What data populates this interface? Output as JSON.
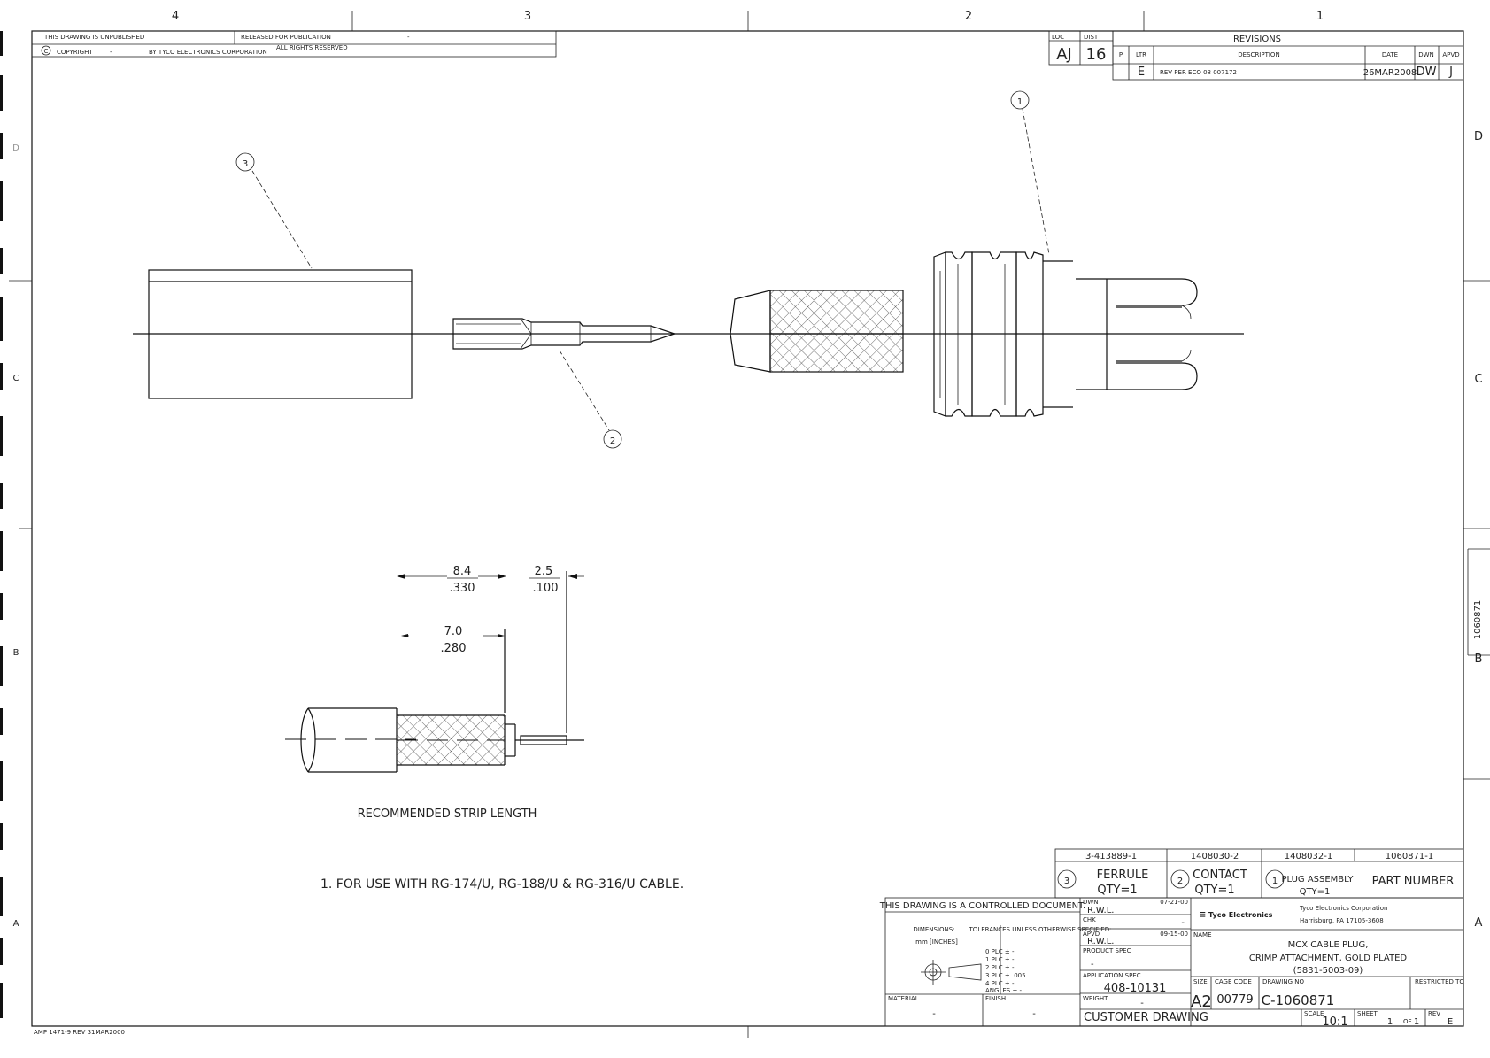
{
  "zones": {
    "top": [
      "4",
      "3",
      "2",
      "1"
    ],
    "right": [
      "D",
      "C",
      "B",
      "A"
    ],
    "left": [
      "D",
      "C",
      "B",
      "A"
    ]
  },
  "header": {
    "unpublished": "THIS DRAWING IS UNPUBLISHED",
    "released": "RELEASED FOR PUBLICATION",
    "released_by": "-",
    "copyright": "COPYRIGHT",
    "copyright_dash": "-",
    "owner": "BY TYCO ELECTRONICS CORPORATION",
    "rights": "ALL RIGHTS RESERVED"
  },
  "loc_dist": {
    "loc_label": "LOC",
    "loc": "AJ",
    "dist_label": "DIST",
    "dist": "16"
  },
  "revisions": {
    "title": "REVISIONS",
    "headers": [
      "P",
      "LTR",
      "DESCRIPTION",
      "DATE",
      "DWN",
      "APVD"
    ],
    "row": [
      "",
      "E",
      "REV PER ECO 08 007172",
      "26MAR2008",
      "DW",
      "J"
    ]
  },
  "balloons": {
    "b1": "1",
    "b2": "2",
    "b3": "3"
  },
  "strip": {
    "dim1_mm": "8.4",
    "dim1_in": ".330",
    "dim2_mm": "2.5",
    "dim2_in": ".100",
    "dim3_mm": "7.0",
    "dim3_in": ".280",
    "caption": "RECOMMENDED STRIP LENGTH"
  },
  "note": "1. FOR USE WITH RG-174/U, RG-188/U & RG-316/U CABLE.",
  "bom": {
    "part_numbers": [
      "3-413889-1",
      "1408030-2",
      "1408032-1",
      "1060871-1"
    ],
    "items": [
      {
        "balloon": "3",
        "name": "FERRULE",
        "qty": "QTY=1"
      },
      {
        "balloon": "2",
        "name": "CONTACT",
        "qty": "QTY=1"
      },
      {
        "balloon": "1",
        "name": "PLUG ASSEMBLY",
        "qty": "QTY=1"
      }
    ],
    "part_number_label": "PART NUMBER"
  },
  "titleblock": {
    "controlled": "THIS DRAWING IS A CONTROLLED DOCUMENT.",
    "dimensions_label": "DIMENSIONS:",
    "dimensions_units": "mm [INCHES]",
    "tolerances_label": "TOLERANCES UNLESS OTHERWISE SPECIFIED:",
    "tolerance_rows": [
      "0 PLC ±  -",
      "1 PLC ±  -",
      "2 PLC ±  -",
      "3 PLC ±  .005",
      "4 PLC ±  -",
      "ANGLES ±  -"
    ],
    "material_label": "MATERIAL",
    "material": "-",
    "finish_label": "FINISH",
    "finish": "-",
    "dwn_label": "DWN",
    "dwn": "R.W.L.",
    "dwn_date": "07-21-00",
    "chk_label": "CHK",
    "chk": "-",
    "apvd_label": "APVD",
    "apvd": "R.W.L.",
    "apvd_date": "09-15-00",
    "product_spec_label": "PRODUCT SPEC",
    "product_spec": "-",
    "application_spec_label": "APPLICATION SPEC",
    "application_spec": "408-10131",
    "weight_label": "WEIGHT",
    "weight": "-",
    "company_logo": "Tyco Electronics",
    "company": "Tyco Electronics Corporation",
    "address": "Harrisburg, PA 17105-3608",
    "name_label": "NAME",
    "name_lines": [
      "MCX CABLE PLUG,",
      "CRIMP ATTACHMENT, GOLD PLATED",
      "(5831-5003-09)"
    ],
    "size_label": "SIZE",
    "size": "A2",
    "cage_label": "CAGE CODE",
    "cage": "00779",
    "drawing_no_label": "DRAWING NO",
    "drawing_no": "C-1060871",
    "restricted_label": "RESTRICTED TO",
    "customer_drawing": "CUSTOMER DRAWING",
    "scale_label": "SCALE",
    "scale": "10:1",
    "sheet_label": "SHEET",
    "sheet": "1",
    "sheet_of": "OF",
    "sheet_total": "1",
    "rev_label": "REV",
    "rev": "E"
  },
  "side_tab": "1060871",
  "footer": "AMP 1471-9 REV 31MAR2000"
}
